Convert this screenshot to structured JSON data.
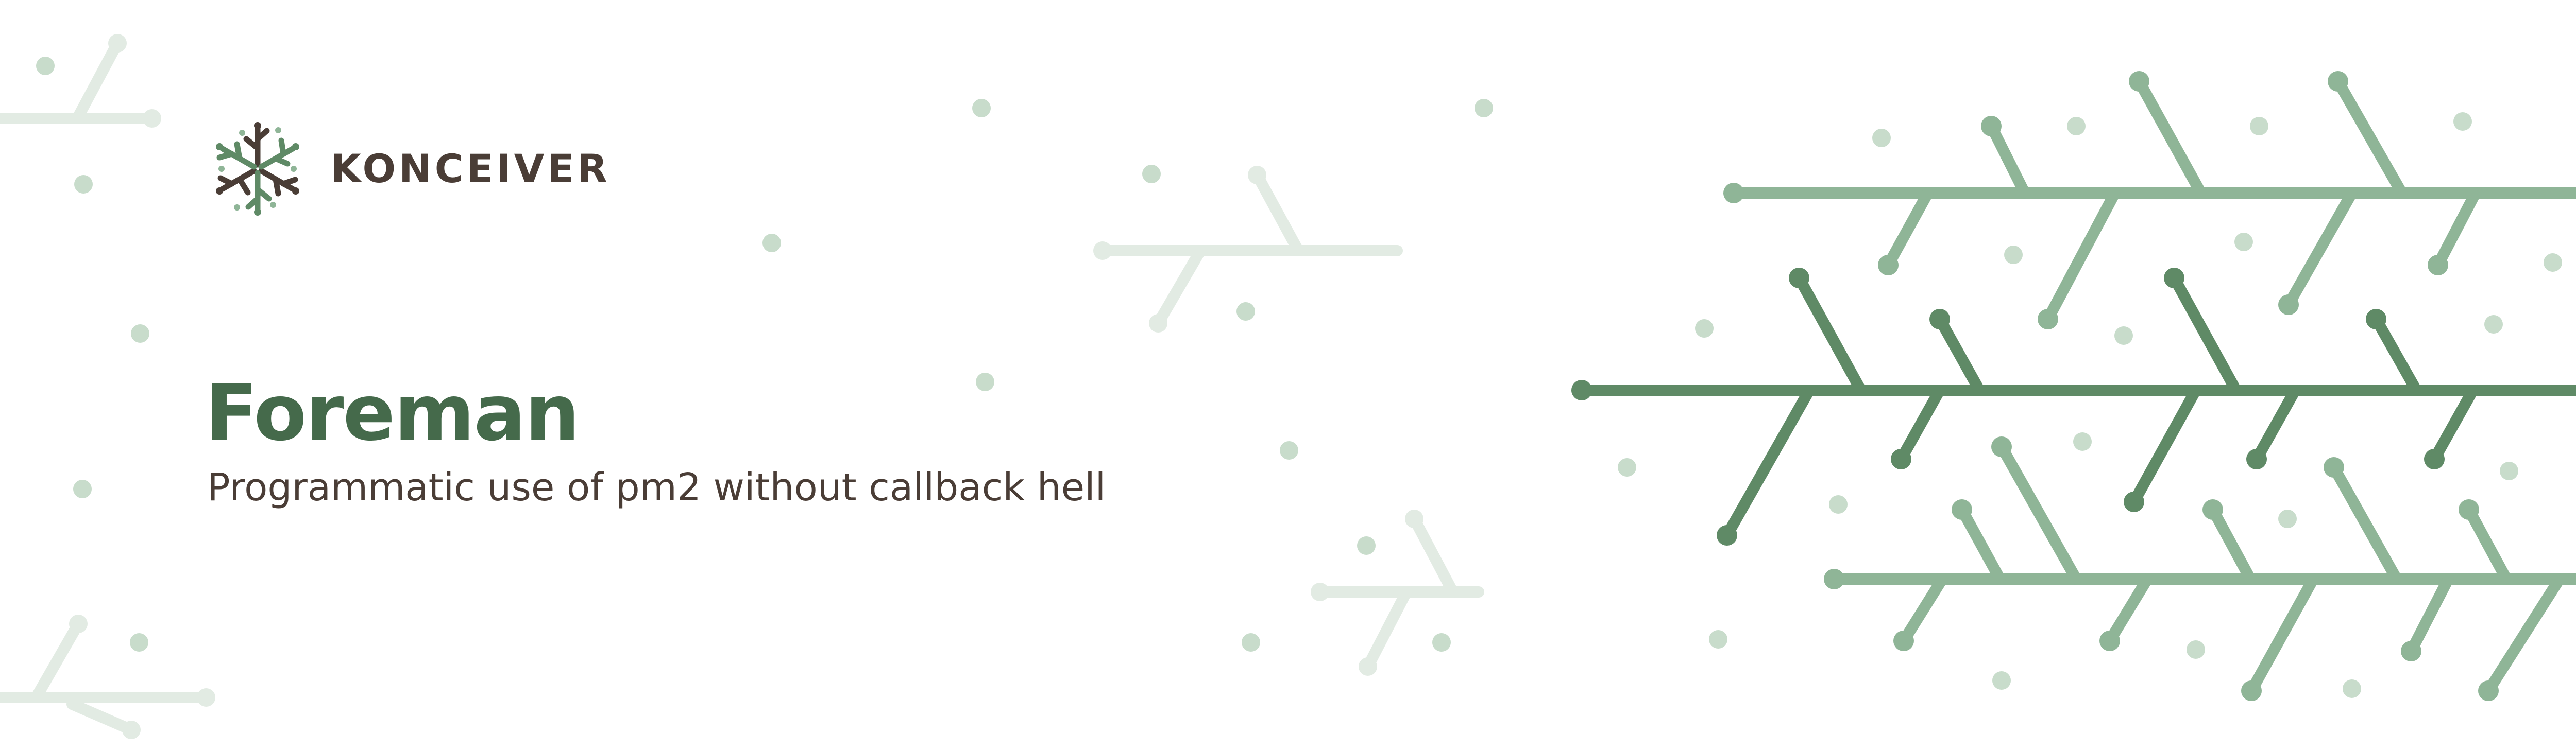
{
  "brand": {
    "name": "KONCEIVER",
    "logo_icon": "snowflake-leaf-icon",
    "colors": {
      "brown": "#4a3d36",
      "green": "#5b8a63"
    }
  },
  "hero": {
    "title": "Foreman",
    "subtitle": "Programmatic use of pm2 without callback hell"
  },
  "theme": {
    "background": "#ffffff",
    "title_color": "#456a4b",
    "text_color": "#4a3d36",
    "pattern_colors": [
      "#e2ebe3",
      "#c3d8c6",
      "#8fb597",
      "#5f8a66"
    ]
  }
}
